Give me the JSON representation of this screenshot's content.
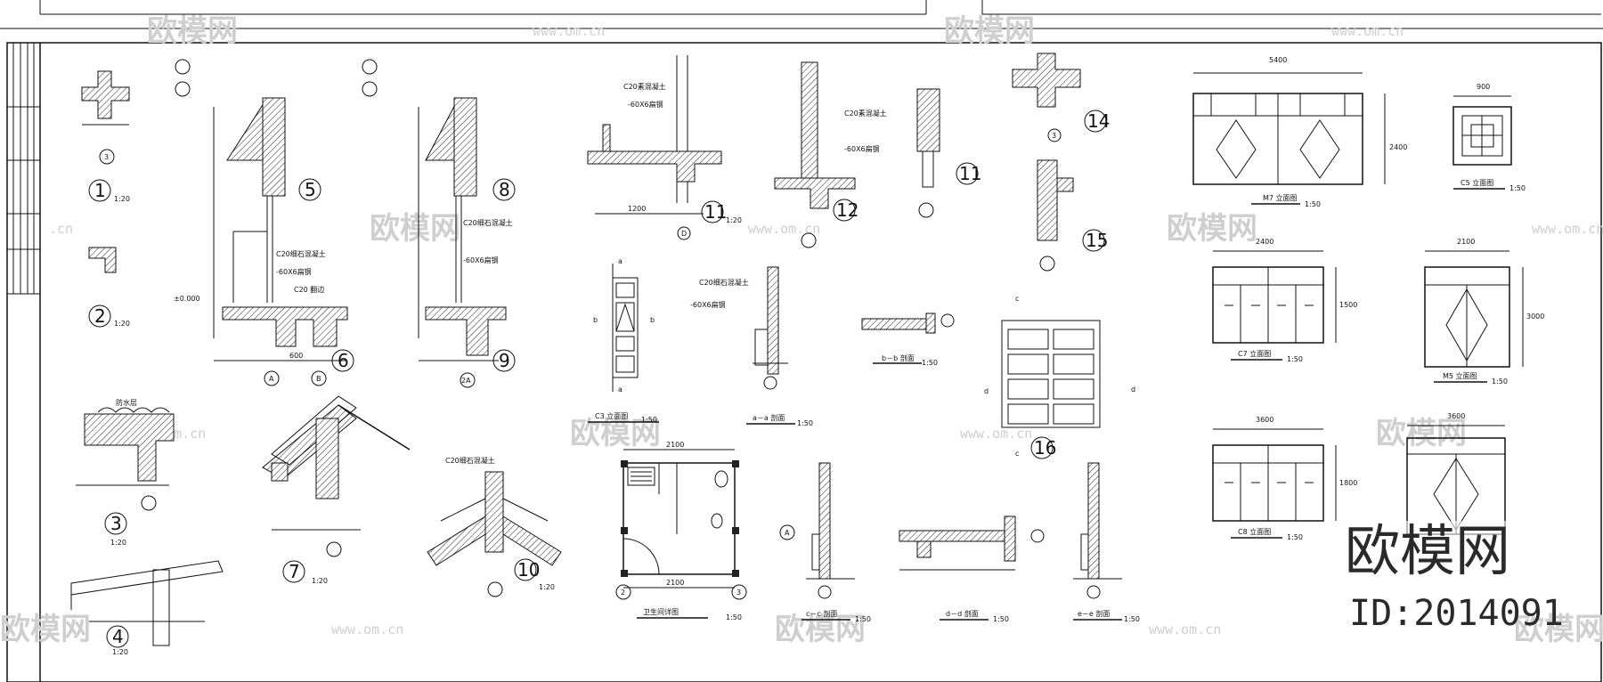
{
  "watermark": {
    "brand": "欧模网",
    "url": "www.om.cn",
    "url_partial": ".cn"
  },
  "corner": {
    "brand": "欧模网",
    "id_text": "ID:2014091"
  },
  "details": {
    "d1": "1",
    "d2": "2",
    "d3": "3",
    "d4": "4",
    "d5": "5",
    "d6": "6",
    "d7": "7",
    "d8": "8",
    "d9": "9",
    "d10": "10",
    "d11": "11",
    "d11b": "11",
    "d12": "12",
    "d14": "14",
    "d15": "15",
    "d16": "16"
  },
  "scales": {
    "s120": "1:20",
    "s150": "1:50"
  },
  "axes": {
    "A": "A",
    "B": "B",
    "D": "D",
    "2": "2",
    "3": "3",
    "2A": "2A"
  },
  "section_marks": {
    "a": "a",
    "b": "b",
    "c": "c",
    "d": "d"
  },
  "labels": {
    "m7": "M7 立面图",
    "c5": "C5 立面图",
    "c7": "C7 立面图",
    "m5": "M5 立面图",
    "c8": "C8 立面图",
    "c3": "C3 立面图",
    "aa": "a－a 剖面",
    "bb": "b－b 剖面",
    "cc": "c－c 剖面",
    "dd": "d－d 剖面",
    "ee": "e－e 剖面",
    "toilet": "卫生间详图"
  },
  "notes": {
    "n1": "C20细石混凝土",
    "n2": "-60X6扁钢",
    "n3": "C20素混凝土",
    "n4": "防水层",
    "n5": "C20 翻边"
  },
  "dims": {
    "w5400": "5400",
    "w2400": "2400",
    "w3600": "3600",
    "w1500": "1500",
    "w2100": "2100",
    "w900": "900",
    "w600": "600",
    "w1200": "1200",
    "h2400": "2400",
    "h1800": "1800",
    "h1500": "1500",
    "h3000": "3000",
    "el": "±0.000"
  }
}
